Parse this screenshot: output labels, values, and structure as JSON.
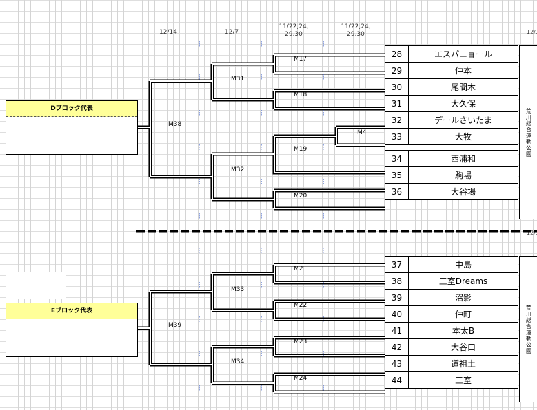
{
  "headers": [
    {
      "line1": "12/14",
      "line2": ""
    },
    {
      "line1": "12/7",
      "line2": ""
    },
    {
      "line1": "11/22,24,",
      "line2": "29,30"
    },
    {
      "line1": "11/22,24,",
      "line2": "29,30"
    }
  ],
  "edge_date": "12/1",
  "blocks": {
    "d": {
      "title": "Dブロック代表"
    },
    "e": {
      "title": "Eブロック代表"
    }
  },
  "teams_d": [
    {
      "num": "28",
      "name": "エスパニョール"
    },
    {
      "num": "29",
      "name": "仲本"
    },
    {
      "num": "30",
      "name": "尾間木"
    },
    {
      "num": "31",
      "name": "大久保"
    },
    {
      "num": "32",
      "name": "デールさいたま"
    },
    {
      "num": "33",
      "name": "大牧"
    },
    {
      "num": "34",
      "name": "西浦和"
    },
    {
      "num": "35",
      "name": "駒場"
    },
    {
      "num": "36",
      "name": "大谷場"
    }
  ],
  "teams_e": [
    {
      "num": "37",
      "name": "中島"
    },
    {
      "num": "38",
      "name": "三室Dreams"
    },
    {
      "num": "39",
      "name": "沼影"
    },
    {
      "num": "40",
      "name": "仲町"
    },
    {
      "num": "41",
      "name": "本太B"
    },
    {
      "num": "42",
      "name": "大谷口"
    },
    {
      "num": "43",
      "name": "道祖土"
    },
    {
      "num": "44",
      "name": "三室"
    }
  ],
  "venue": "荒川総合運動公園",
  "matches": {
    "m17": "M17",
    "m18": "M18",
    "m19": "M19",
    "m20": "M20",
    "m21": "M21",
    "m22": "M22",
    "m23": "M23",
    "m24": "M24",
    "m4": "M4",
    "m31": "M31",
    "m32": "M32",
    "m33": "M33",
    "m34": "M34",
    "m38": "M38",
    "m39": "M39"
  }
}
